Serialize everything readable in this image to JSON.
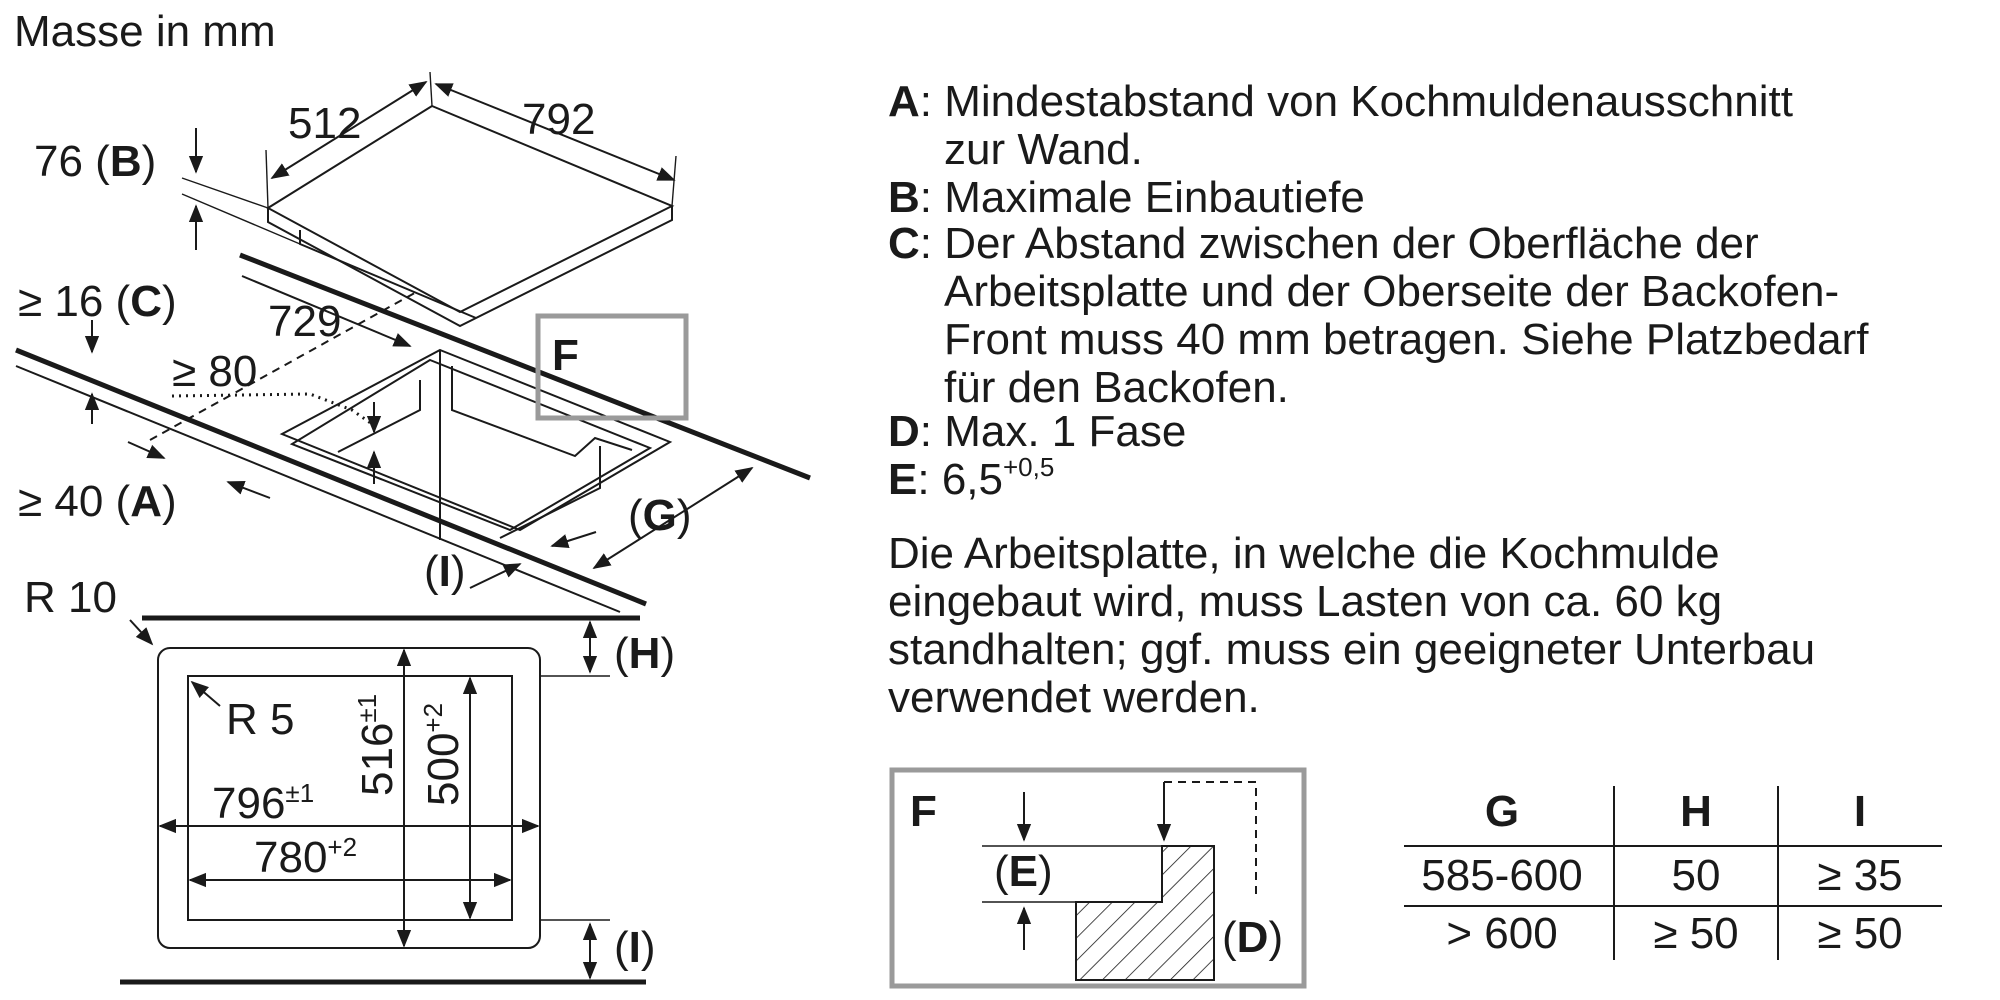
{
  "title": "Masse in mm",
  "iso_dims": {
    "width_top": "512",
    "length_top": "792",
    "depth_val": "76",
    "depth_key": "B",
    "gap_val": "≥ 16",
    "gap_key": "C",
    "cut_len": "729",
    "min_80": "≥ 80",
    "min_40": "≥ 40",
    "min_40_key": "A",
    "g_key": "G",
    "i_key": "I",
    "f_key": "F"
  },
  "cutout": {
    "r10": "R 10",
    "r5": "R 5",
    "w_outer": "796",
    "w_outer_tol": "±1",
    "w_inner": "780",
    "w_inner_tol": "+2",
    "h_outer": "516",
    "h_outer_tol": "±1",
    "h_inner": "500",
    "h_inner_tol": "+2",
    "h_key": "H",
    "i_key": "I"
  },
  "legend": [
    {
      "key": "A",
      "lines": [
        "Mindestabstand von Kochmuldenausschnitt",
        "zur Wand."
      ]
    },
    {
      "key": "B",
      "lines": [
        "Maximale Einbautiefe"
      ]
    },
    {
      "key": "C",
      "lines": [
        "Der Abstand zwischen der Oberfläche der",
        "Arbeitsplatte und der Oberseite der Backofen-",
        "Front muss 40 mm betragen. Siehe Platzbedarf",
        "für den Backofen."
      ]
    },
    {
      "key": "D",
      "lines": [
        "Max. 1 Fase"
      ]
    },
    {
      "key": "E",
      "lines": [
        "6,5"
      ],
      "sup": "+0,5"
    }
  ],
  "note": [
    "Die Arbeitsplatte, in welche die Kochmulde",
    "eingebaut wird, muss Lasten von ca. 60 kg",
    "standhalten; ggf. muss ein geeigneter Unterbau",
    "verwendet werden."
  ],
  "detail": {
    "label": "F",
    "e_key": "E",
    "d_key": "D"
  },
  "table": {
    "headers": [
      "G",
      "H",
      "I"
    ],
    "rows": [
      [
        "585-600",
        "50",
        "≥ 35"
      ],
      [
        "> 600",
        "≥ 50",
        "≥ 50"
      ]
    ]
  }
}
